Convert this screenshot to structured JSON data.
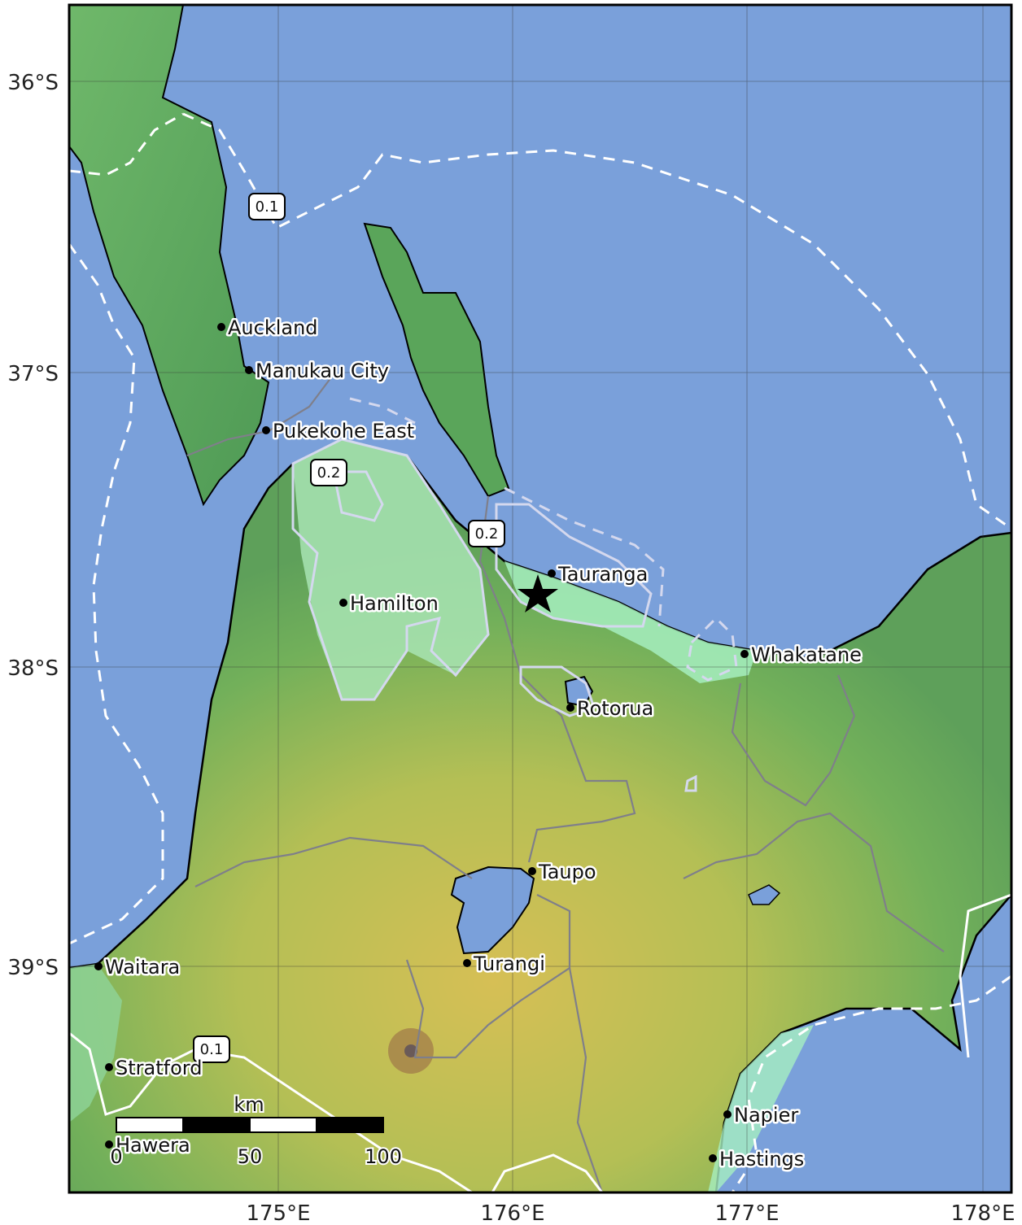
{
  "axes": {
    "lat_labels": [
      "36°S",
      "37°S",
      "38°S",
      "39°S"
    ],
    "lon_labels": [
      "175°E",
      "176°E",
      "177°E",
      "178°E"
    ]
  },
  "cities": [
    {
      "name": "Auckland"
    },
    {
      "name": "Manukau City"
    },
    {
      "name": "Pukekohe East"
    },
    {
      "name": "Hamilton"
    },
    {
      "name": "Tauranga"
    },
    {
      "name": "Whakatane"
    },
    {
      "name": "Rotorua"
    },
    {
      "name": "Taupo"
    },
    {
      "name": "Turangi"
    },
    {
      "name": "Waitara"
    },
    {
      "name": "Stratford"
    },
    {
      "name": "Hawera"
    },
    {
      "name": "Napier"
    },
    {
      "name": "Hastings"
    }
  ],
  "contour_labels": [
    "0.1",
    "0.2",
    "0.2",
    "0.1"
  ],
  "scalebar": {
    "unit": "km",
    "ticks": [
      "0",
      "50",
      "100"
    ]
  },
  "colors": {
    "sea": "#7aa0da",
    "lowland": "#a6efc0",
    "hill": "#5aa55a",
    "upland": "#d8c454",
    "contour_light": "#d4d8ee",
    "contour_white": "#ffffff"
  },
  "epicenter_marker": "star-icon"
}
